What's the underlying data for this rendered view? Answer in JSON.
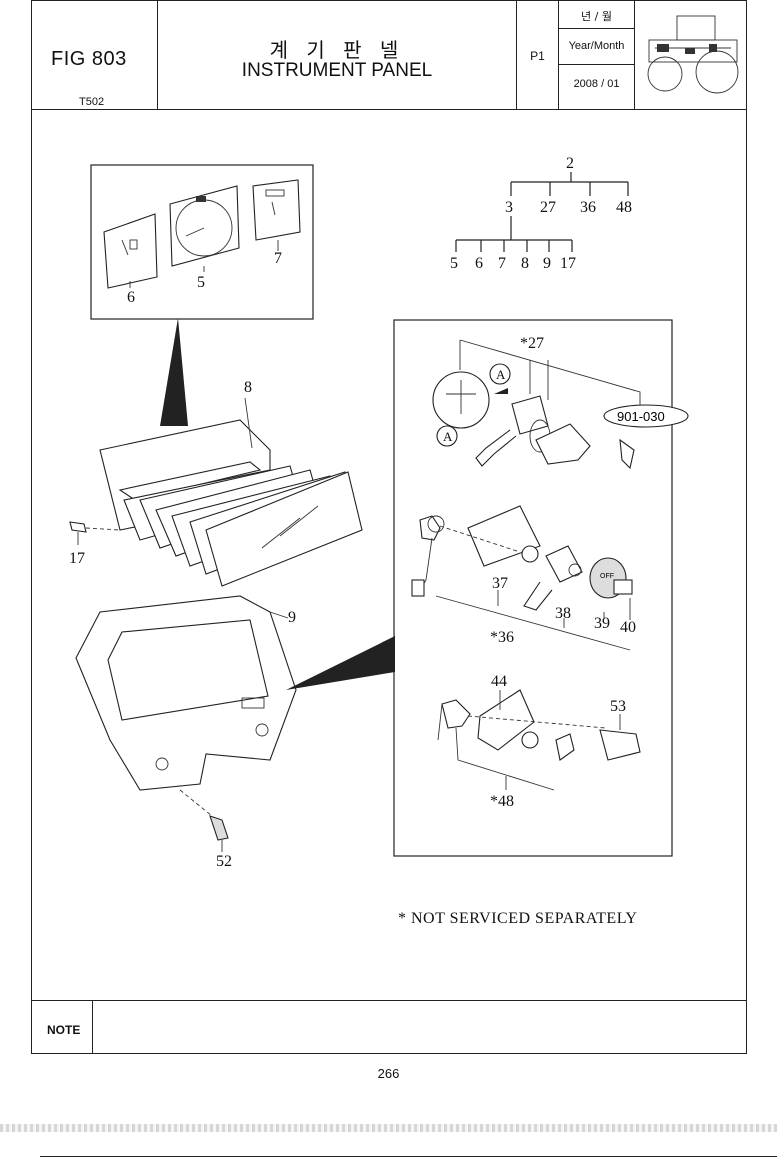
{
  "header": {
    "fig_label": "FIG 803",
    "model": "T502",
    "title_korean": "계 기 판 넬",
    "title_english": "INSTRUMENT PANEL",
    "page_code": "P1",
    "date_label_korean": "년 / 월",
    "date_label_english": "Year/Month",
    "date_value": "2008 / 01"
  },
  "tree": {
    "root": "2",
    "level1": [
      "3",
      "27",
      "36",
      "48"
    ],
    "level2": [
      "5",
      "6",
      "7",
      "8",
      "9",
      "17"
    ]
  },
  "callouts": {
    "p2": "2",
    "p3": "3",
    "p5": "5",
    "p6": "6",
    "p7": "7",
    "p8": "8",
    "p9": "9",
    "p17": "17",
    "p27": "*27",
    "p36": "*36",
    "p37": "37",
    "p38": "38",
    "p39": "39",
    "p40": "40",
    "p44": "44",
    "p48": "*48",
    "p52": "52",
    "p53": "53",
    "ref": "901-030",
    "detail_a": "A"
  },
  "footer_note": "* NOT SERVICED SEPARATELY",
  "note_label": "NOTE",
  "page_number": "266"
}
